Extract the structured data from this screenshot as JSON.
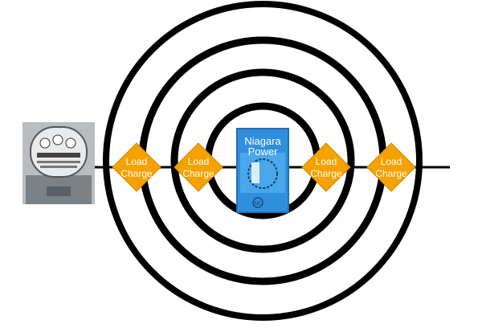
{
  "diagram": {
    "nodes": [
      {
        "id": "load-charge-1",
        "line1": "Load",
        "line2": "Charge"
      },
      {
        "id": "load-charge-2",
        "line1": "Load",
        "line2": "Charge"
      },
      {
        "id": "load-charge-3",
        "line1": "Load",
        "line2": "Charge"
      },
      {
        "id": "load-charge-4",
        "line1": "Load",
        "line2": "Charge"
      }
    ],
    "product_box": {
      "line1": "Niagara",
      "line2": "Power",
      "badge": "NC"
    },
    "colors": {
      "rings": "#000000",
      "diamond_fill": "#f5a100",
      "diamond_stroke": "#d48a00",
      "box_blue": "#2f8fdc",
      "box_dark": "#1f6fb4",
      "meter_body": "#9aa0a4"
    },
    "icons": [
      "electric-meter-icon",
      "product-box-icon"
    ]
  }
}
